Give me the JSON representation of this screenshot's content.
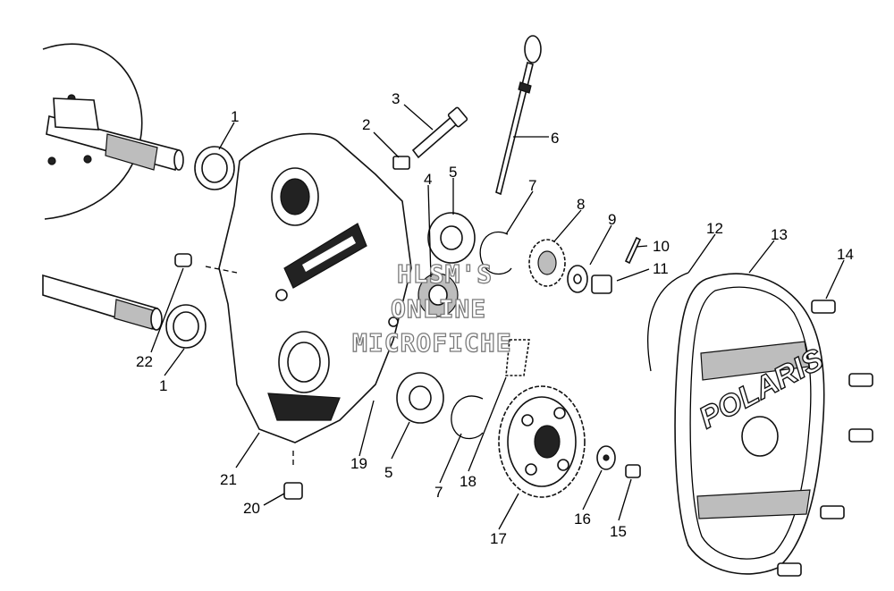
{
  "watermark": {
    "line1": "HLSM'S",
    "line2": "ONLINE",
    "line3": "MICROFICHE"
  },
  "cover_logo": "POLARIS",
  "callouts": [
    {
      "id": "c1a",
      "text": "1"
    },
    {
      "id": "c2",
      "text": "2"
    },
    {
      "id": "c3",
      "text": "3"
    },
    {
      "id": "c4",
      "text": "4"
    },
    {
      "id": "c5a",
      "text": "5"
    },
    {
      "id": "c6",
      "text": "6"
    },
    {
      "id": "c7a",
      "text": "7"
    },
    {
      "id": "c8",
      "text": "8"
    },
    {
      "id": "c9",
      "text": "9"
    },
    {
      "id": "c10",
      "text": "10"
    },
    {
      "id": "c11",
      "text": "11"
    },
    {
      "id": "c12",
      "text": "12"
    },
    {
      "id": "c13",
      "text": "13"
    },
    {
      "id": "c14",
      "text": "14"
    },
    {
      "id": "c22",
      "text": "22"
    },
    {
      "id": "c1b",
      "text": "1"
    },
    {
      "id": "c21",
      "text": "21"
    },
    {
      "id": "c20",
      "text": "20"
    },
    {
      "id": "c19",
      "text": "19"
    },
    {
      "id": "c5b",
      "text": "5"
    },
    {
      "id": "c7b",
      "text": "7"
    },
    {
      "id": "c18",
      "text": "18"
    },
    {
      "id": "c17",
      "text": "17"
    },
    {
      "id": "c16",
      "text": "16"
    },
    {
      "id": "c15",
      "text": "15"
    }
  ]
}
